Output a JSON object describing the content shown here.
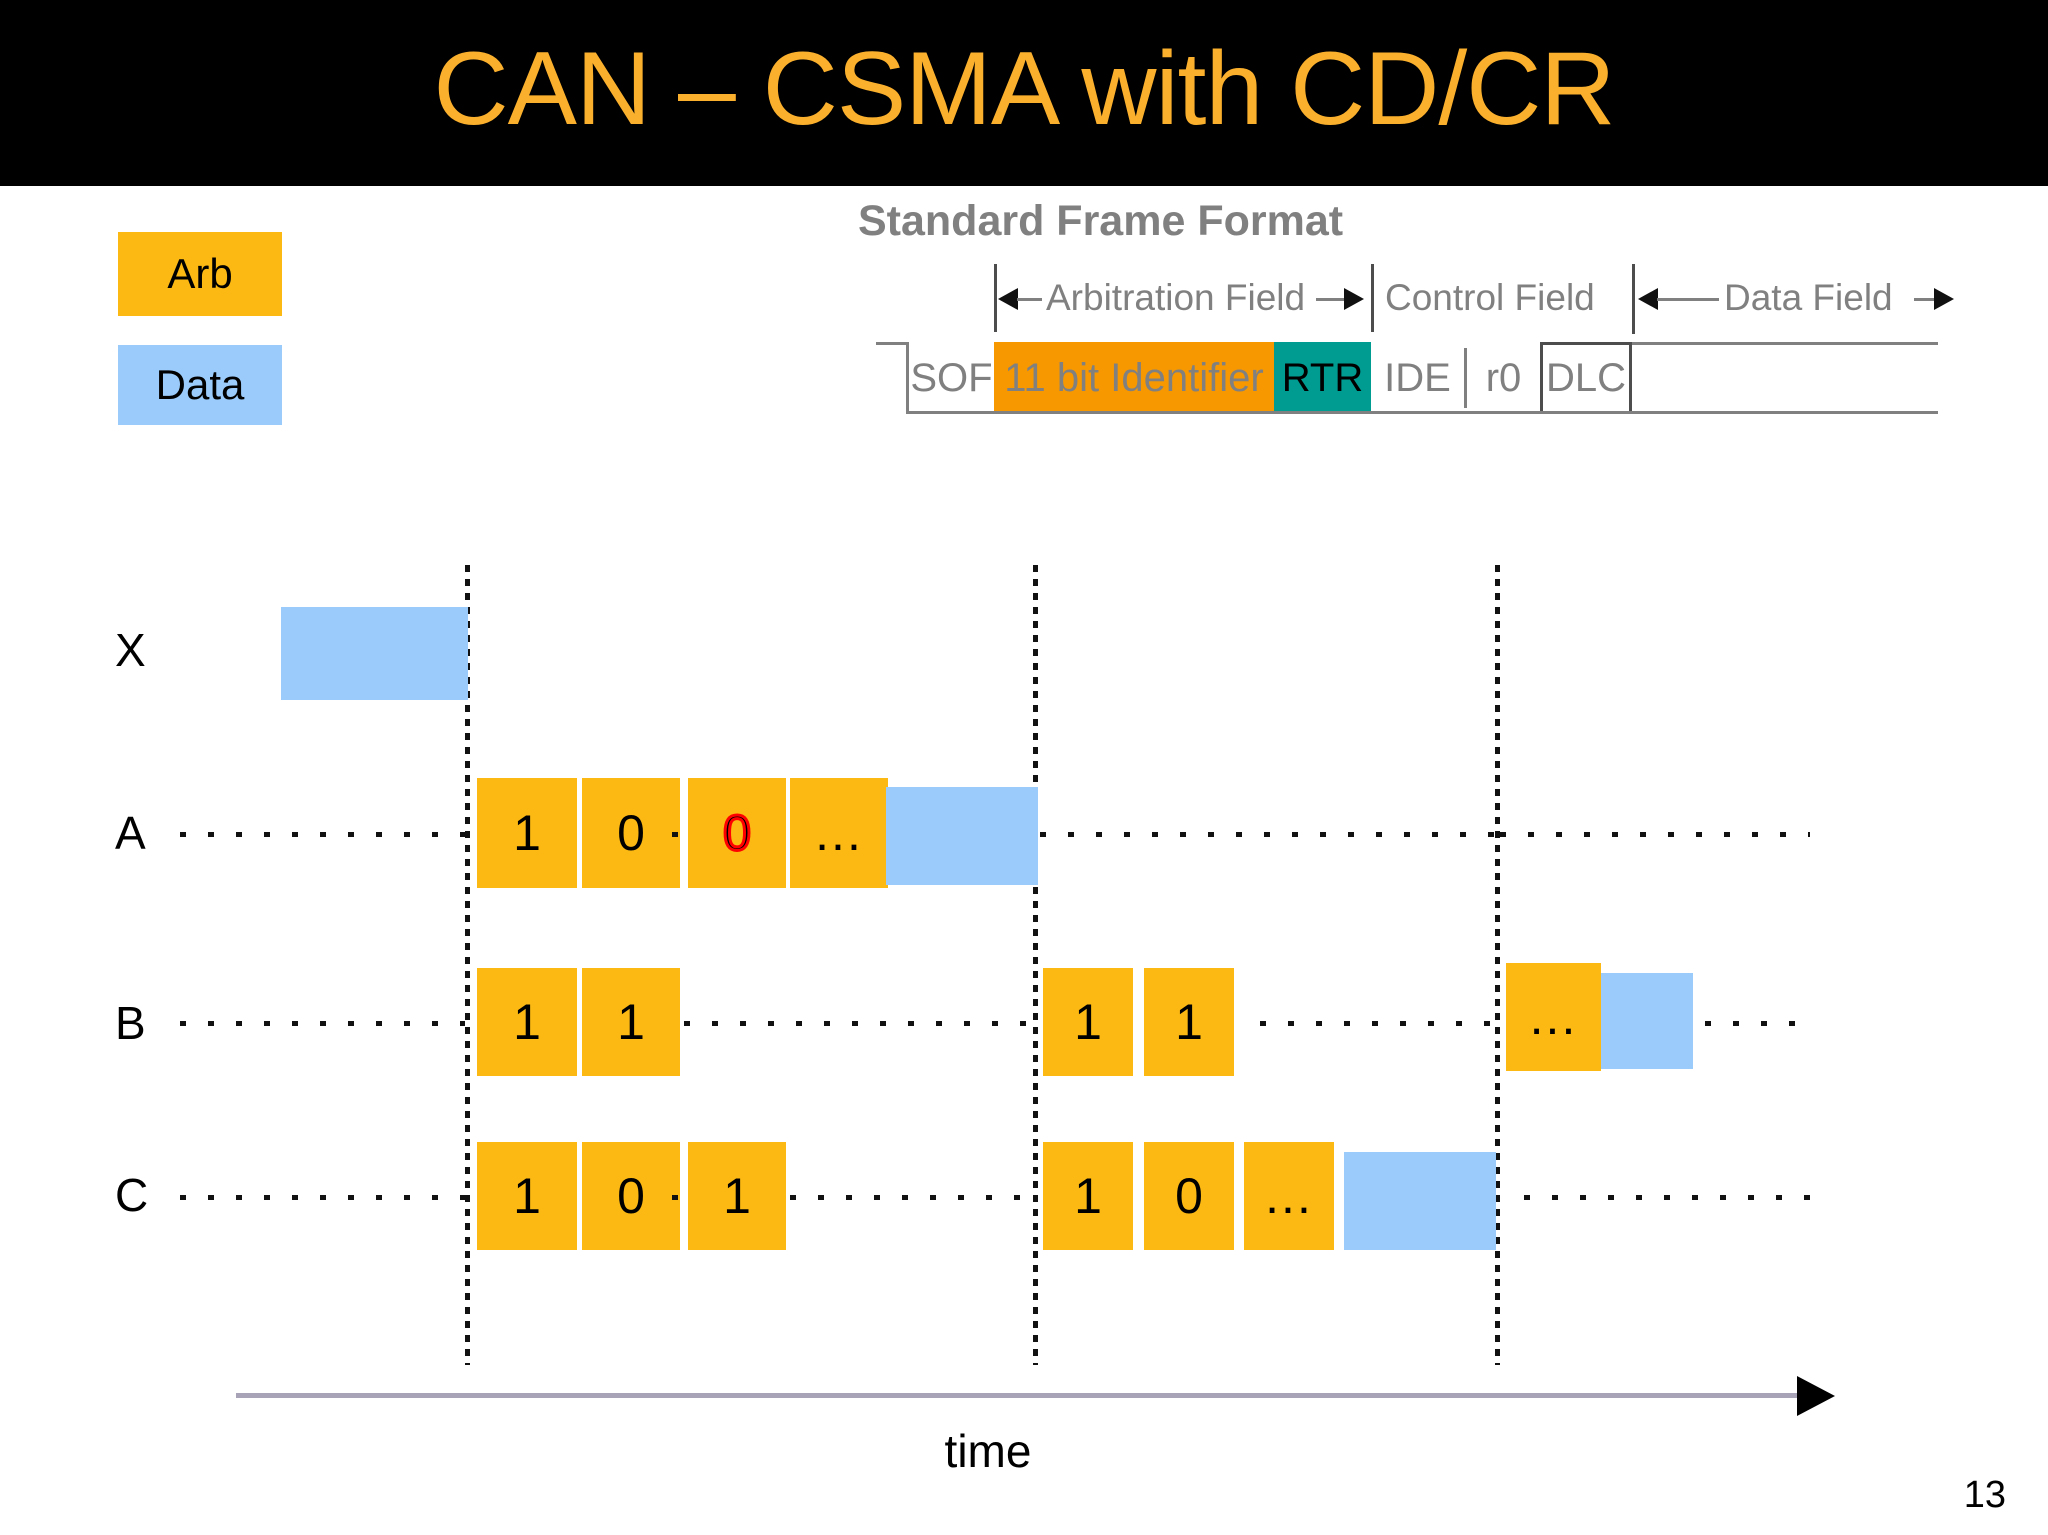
{
  "slide": {
    "title": "CAN – CSMA with CD/CR",
    "page_number": "13",
    "colors": {
      "title_bar_bg": "#000000",
      "title_text": "#FBB02D",
      "arb_orange": "#FCB913",
      "data_blue": "#9BCBFA",
      "frame_identifier_orange": "#F79800",
      "frame_rtr_teal": "#009B91",
      "frame_gray_text": "#808080",
      "red_bit": "#FF0000",
      "time_axis": "#A9A3B8"
    }
  },
  "legend": {
    "arb_label": "Arb",
    "data_label": "Data"
  },
  "frame_format": {
    "title": "Standard Frame Format",
    "field_spans": [
      {
        "label": "Arbitration Field",
        "arrows": "both"
      },
      {
        "label": "Control Field",
        "arrows": "none"
      },
      {
        "label": "Data Field",
        "arrows": "both"
      }
    ],
    "cells": [
      {
        "label": "SOF",
        "style": "plain"
      },
      {
        "label": "11 bit Identifier",
        "style": "orange"
      },
      {
        "label": "RTR",
        "style": "teal"
      },
      {
        "label": "IDE",
        "style": "plain"
      },
      {
        "label": "r0",
        "style": "plain"
      },
      {
        "label": "DLC",
        "style": "boxed"
      },
      {
        "label": "",
        "style": "plain"
      }
    ]
  },
  "timeline": {
    "axis_label": "time",
    "rows": [
      {
        "label": "X",
        "bits": [],
        "data_blocks": [
          "data-block-x"
        ]
      },
      {
        "label": "A",
        "bits": [
          "1",
          "0",
          "0",
          "..."
        ],
        "data_blocks": [
          "data-block-a"
        ]
      },
      {
        "label": "B",
        "bits": [
          "1",
          "1",
          "1",
          "1",
          "..."
        ],
        "data_blocks": [
          "data-block-b"
        ]
      },
      {
        "label": "C",
        "bits": [
          "1",
          "0",
          "1",
          "1",
          "0",
          "..."
        ],
        "data_blocks": [
          "data-block-c"
        ]
      }
    ],
    "highlighted_bit": {
      "row": "A",
      "index": 2,
      "value": "0"
    }
  }
}
